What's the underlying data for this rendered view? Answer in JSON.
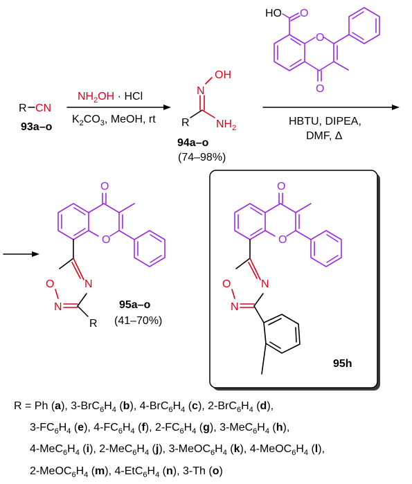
{
  "scheme": {
    "start": {
      "r": "R",
      "cn": "CN",
      "label": "93a–o"
    },
    "step1": {
      "reagent_top": "NH2OH · HCl",
      "reagent_bottom": "K2CO3, MeOH, rt"
    },
    "amidoxime": {
      "label": "94a–o",
      "yield": "(74–98%)",
      "oh": "OH",
      "n": "N",
      "nh2": "NH2",
      "r": "R"
    },
    "step2": {
      "line1": "HBTU, DIPEA,",
      "line2": "DMF, Δ"
    },
    "acid": {
      "ho": "HO",
      "o_carbonyl": "O",
      "o_ring": "O",
      "o_ketone": "O"
    },
    "product": {
      "label": "95a–o",
      "yield": "(41–70%)",
      "r": "R"
    },
    "highlight": {
      "label": "95h"
    }
  },
  "legend": {
    "r_eq": "R = ",
    "items": [
      {
        "sub": "Ph",
        "code": "a"
      },
      {
        "sub": "3-BrC6H4",
        "code": "b"
      },
      {
        "sub": "4-BrC6H4",
        "code": "c"
      },
      {
        "sub": "2-BrC6H4",
        "code": "d"
      },
      {
        "sub": "3-FC6H4",
        "code": "e"
      },
      {
        "sub": "4-FC6H4",
        "code": "f"
      },
      {
        "sub": "2-FC6H4",
        "code": "g"
      },
      {
        "sub": "3-MeC6H4",
        "code": "h"
      },
      {
        "sub": "4-MeC6H4",
        "code": "i"
      },
      {
        "sub": "2-MeC6H4",
        "code": "j"
      },
      {
        "sub": "3-MeOC6H4",
        "code": "k"
      },
      {
        "sub": "4-MeOC6H4",
        "code": "l"
      },
      {
        "sub": "2-MeOC6H4",
        "code": "m"
      },
      {
        "sub": "4-EtC6H4",
        "code": "n"
      },
      {
        "sub": "3-Th",
        "code": "o"
      }
    ]
  },
  "colors": {
    "purple": "#9a2be0",
    "red": "#e0001a",
    "text": "#000000"
  }
}
